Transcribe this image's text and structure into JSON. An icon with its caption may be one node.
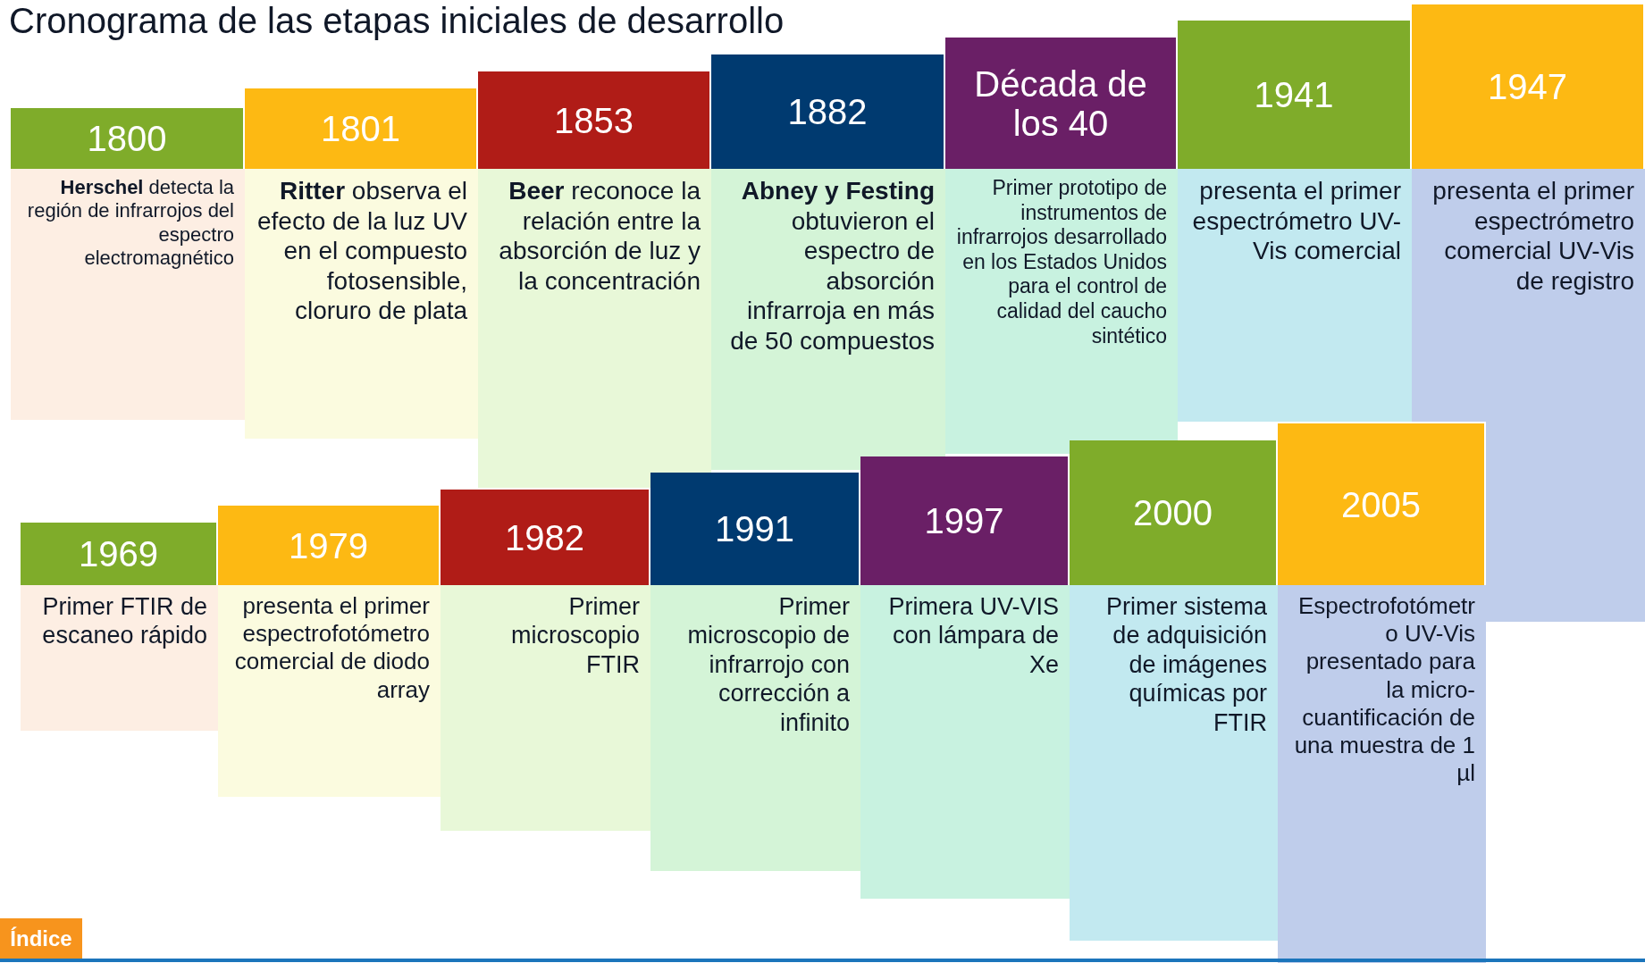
{
  "diagram": {
    "title": "Cronograma de las etapas iniciales de desarrollo",
    "nodes": [
      {
        "text": [
          "1800",
          "**Herschel** detecta la región de infrarrojos del espectro electromagnético"
        ]
      },
      {
        "text": [
          "1801",
          "**Ritter** observa el efecto de la luz UV en el compuesto fotosensible, cloruro de plata"
        ]
      },
      {
        "text": [
          "1853",
          "**Beer** reconoce la relación entre la absorción de luz y la concentración"
        ]
      },
      {
        "text": [
          "1882",
          "**Abney y Festing** obtuvieron el espectro de absorción infrarroja en más de 50 compuestos"
        ]
      },
      {
        "text": [
          "Década de los 40",
          "Primer prototipo de instrumentos de infrarrojos desarrollado en los Estados Unidos para el control de calidad del caucho sintético"
        ]
      },
      {
        "text": [
          "1941",
          "presenta el primer espectrómetro UV-Vis comercial"
        ]
      },
      {
        "text": [
          "1947",
          "presenta el primer espectrómetro comercial UV-Vis de registro"
        ]
      },
      {
        "text": [
          "1969",
          "Primer FTIR de escaneo rápido"
        ]
      },
      {
        "text": [
          "1979",
          "presenta el primer espectrofotómetro comercial de diodo array"
        ]
      },
      {
        "text": [
          "1982",
          "Primer microscopio FTIR"
        ]
      },
      {
        "text": [
          "1991",
          "Primer microscopio de infrarrojo con corrección a infinito"
        ]
      },
      {
        "text": [
          "1997",
          "Primera UV-VIS con lámpara de Xe"
        ]
      },
      {
        "text": [
          "2000",
          "Primer sistema de adquisición de imágenes químicas por FTIR"
        ]
      },
      {
        "text": [
          "2005",
          "Espectrofotómetro UV-Vis presentado para la micro-cuantificación de una muestra de 1 µl"
        ]
      }
    ],
    "edges": [],
    "labels": [
      "Índice"
    ]
  }
}
